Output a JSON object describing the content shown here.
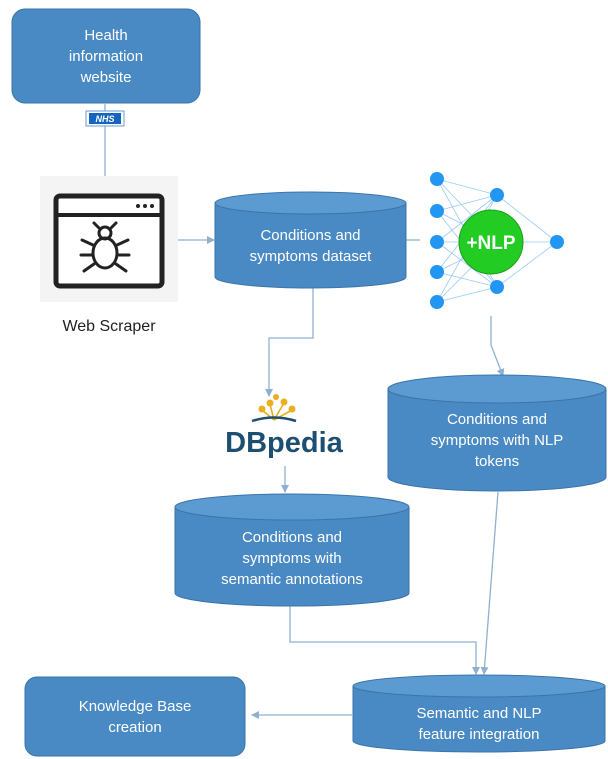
{
  "nodes": {
    "health_site": "Health\ninformation\nwebsite",
    "nhs_logo": "NHS",
    "web_scraper": "Web Scraper",
    "dataset": "Conditions and\nsymptoms dataset",
    "nlp_logo": "+NLP",
    "nlp_tokens": "Conditions and\nsymptoms with NLP\ntokens",
    "dbpedia_logo": "DBpedia",
    "semantic": "Conditions and\nsymptoms with\nsemantic annotations",
    "integration": "Semantic and NLP\nfeature integration",
    "knowledge_base": "Knowledge Base\ncreation"
  },
  "colors": {
    "fill": "#4a8ac4",
    "top": "#5c9bd2",
    "stroke": "#3b74a8",
    "arrow": "#8fb0d0",
    "node_blue": "#2196f3",
    "nlp_green": "#22cc22",
    "dbpedia_navy": "#1d4f73",
    "dbpedia_gold": "#e8b020"
  }
}
